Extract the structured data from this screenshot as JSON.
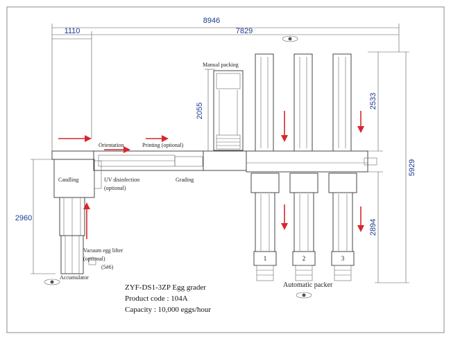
{
  "dimensions": {
    "total_width": "8946",
    "left_width": "1110",
    "right_width": "7829",
    "manual_packing_height": "2055",
    "packer_top_height": "2533",
    "total_height": "5929",
    "left_height": "2960",
    "packer_bottom_height": "2894"
  },
  "labels": {
    "manual_packing": "Manual packing",
    "orientation": "Orientation",
    "printing": "Printing (optional)",
    "candling": "Candling",
    "uv_disinfection": "UV disinfection",
    "uv_optional": "(optional)",
    "grading": "Grading",
    "vacuum_lifter": "Vacuum egg lifter",
    "vacuum_optional": "(optional)",
    "lifter_count": "(5#6)",
    "accumulator": "Accumulator",
    "automatic_packer": "Automatic packer"
  },
  "packers": [
    "1",
    "2",
    "3"
  ],
  "info": {
    "model": "ZYF-DS1-3ZP Egg grader",
    "product_code": "Product code : 104A",
    "capacity": "Capacity : 10,000 eggs/hour"
  },
  "colors": {
    "arrow": "#d9262c",
    "dimension_text": "#1f3a93",
    "line": "#444444"
  }
}
